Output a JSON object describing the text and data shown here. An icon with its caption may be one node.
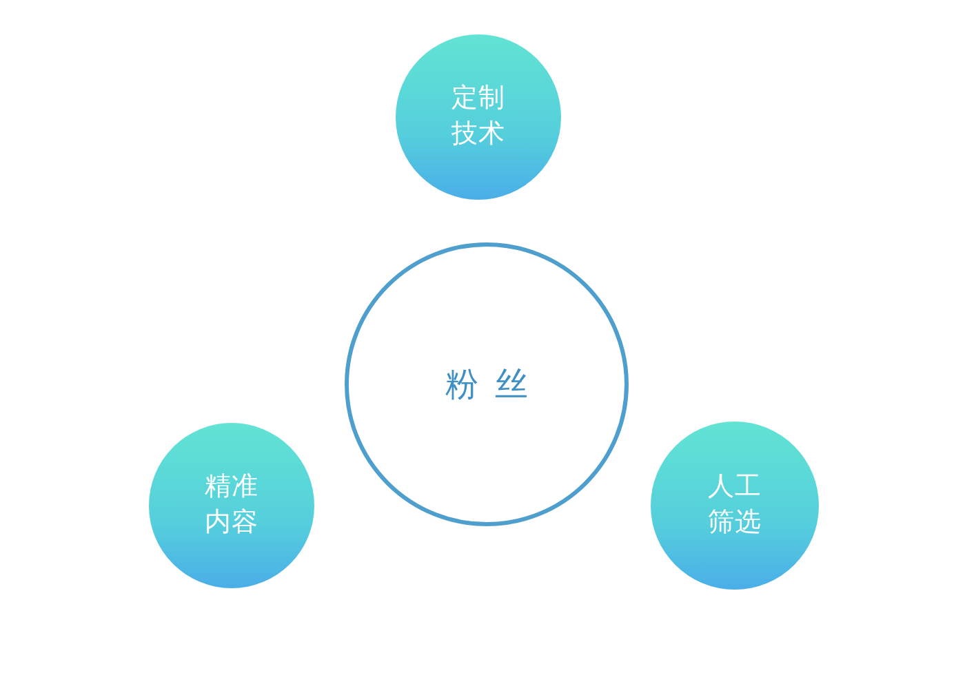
{
  "diagram": {
    "nodes": [
      {
        "text": [
          "定制技术"
        ]
      },
      {
        "text": [
          "粉丝"
        ]
      },
      {
        "text": [
          "精准内容"
        ]
      },
      {
        "text": [
          "人工筛选"
        ]
      }
    ]
  }
}
